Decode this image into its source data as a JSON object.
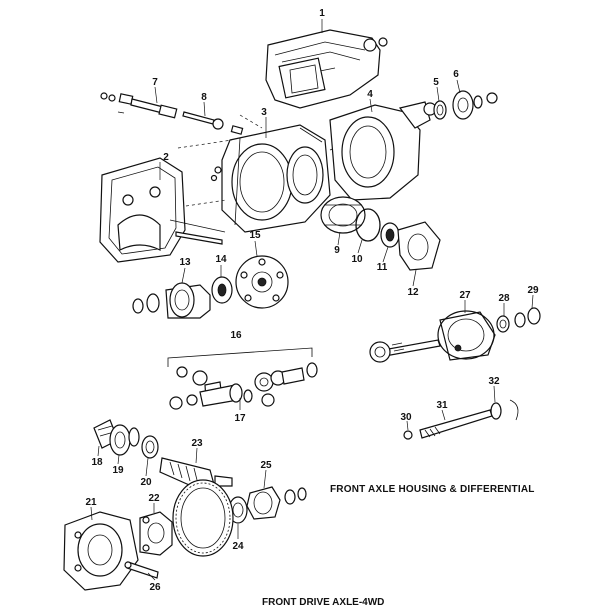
{
  "captions": {
    "housing": "FRONT AXLE HOUSING & DIFFERENTIAL",
    "title": "FRONT DRIVE AXLE-4WD"
  },
  "callouts": [
    "1",
    "2",
    "3",
    "4",
    "5",
    "6",
    "7",
    "8",
    "9",
    "10",
    "11",
    "12",
    "13",
    "14",
    "15",
    "16",
    "17",
    "18",
    "19",
    "20",
    "21",
    "22",
    "23",
    "24",
    "25",
    "26",
    "27",
    "28",
    "29",
    "30",
    "31",
    "32"
  ]
}
